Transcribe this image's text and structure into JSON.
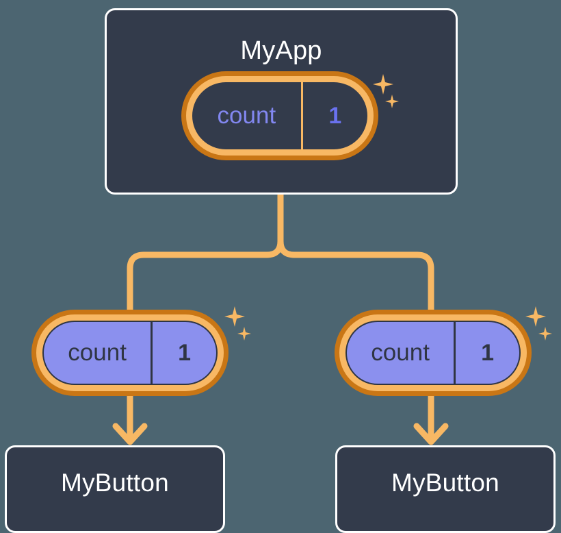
{
  "diagram": {
    "background_color": "#4c6571",
    "accent_orange": "#f8b864",
    "accent_orange_dark": "#c97615",
    "accent_purple": "#8b90ee",
    "panel_dark": "#333b4b",
    "panel_border": "#ffffff",
    "type": "component-state-tree"
  },
  "app": {
    "title": "MyApp",
    "state": {
      "key": "count",
      "value": "1"
    }
  },
  "children": [
    {
      "title": "MyButton",
      "state": {
        "key": "count",
        "value": "1"
      }
    },
    {
      "title": "MyButton",
      "state": {
        "key": "count",
        "value": "1"
      }
    }
  ],
  "icons": {
    "sparkle_big": "sparkle-icon",
    "sparkle_small": "sparkle-small-icon",
    "branch": "branch-connector",
    "arrow": "arrow-down-icon"
  }
}
